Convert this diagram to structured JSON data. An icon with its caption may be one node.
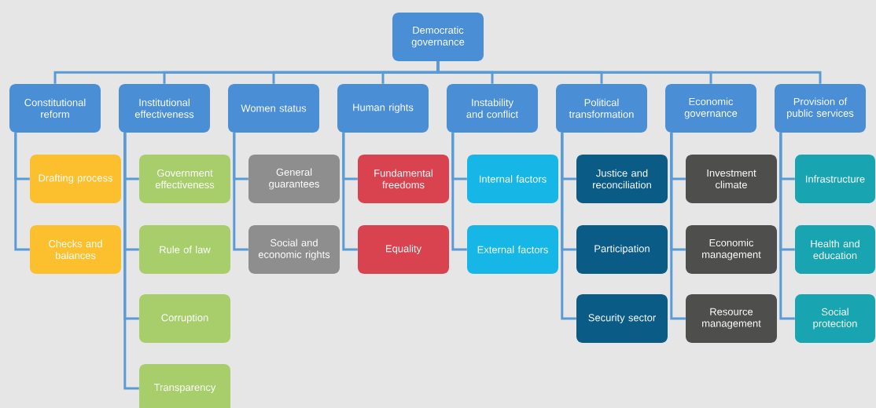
{
  "diagram": {
    "nodes": [
      {
        "text": [
          "Democratic governance"
        ]
      },
      {
        "text": [
          "Constitutional reform"
        ]
      },
      {
        "text": [
          "Institutional effectiveness"
        ]
      },
      {
        "text": [
          "Women status"
        ]
      },
      {
        "text": [
          "Human rights"
        ]
      },
      {
        "text": [
          "Instability and conflict"
        ]
      },
      {
        "text": [
          "Political transformation"
        ]
      },
      {
        "text": [
          "Economic governance"
        ]
      },
      {
        "text": [
          "Provision of public services"
        ]
      },
      {
        "text": [
          "Drafting process"
        ]
      },
      {
        "text": [
          "Checks and balances"
        ]
      },
      {
        "text": [
          "Government effectiveness"
        ]
      },
      {
        "text": [
          "Rule of law"
        ]
      },
      {
        "text": [
          "Corruption"
        ]
      },
      {
        "text": [
          "Transparency"
        ]
      },
      {
        "text": [
          "General guarantees"
        ]
      },
      {
        "text": [
          "Social and economic rights"
        ]
      },
      {
        "text": [
          "Fundamental freedoms"
        ]
      },
      {
        "text": [
          "Equality"
        ]
      },
      {
        "text": [
          "Internal factors"
        ]
      },
      {
        "text": [
          "External factors"
        ]
      },
      {
        "text": [
          "Justice and reconciliation"
        ]
      },
      {
        "text": [
          "Participation"
        ]
      },
      {
        "text": [
          "Security sector"
        ]
      },
      {
        "text": [
          "Investment climate"
        ]
      },
      {
        "text": [
          "Economic management"
        ]
      },
      {
        "text": [
          "Resource management"
        ]
      },
      {
        "text": [
          "Infrastructure"
        ]
      },
      {
        "text": [
          "Health and education"
        ]
      },
      {
        "text": [
          "Social protection"
        ]
      }
    ],
    "edges": [
      {
        "from": 0,
        "to": 1,
        "arrow": "none"
      },
      {
        "from": 0,
        "to": 2,
        "arrow": "none"
      },
      {
        "from": 0,
        "to": 3,
        "arrow": "none"
      },
      {
        "from": 0,
        "to": 4,
        "arrow": "none"
      },
      {
        "from": 0,
        "to": 5,
        "arrow": "none"
      },
      {
        "from": 0,
        "to": 6,
        "arrow": "none"
      },
      {
        "from": 0,
        "to": 7,
        "arrow": "none"
      },
      {
        "from": 0,
        "to": 8,
        "arrow": "none"
      },
      {
        "from": 1,
        "to": 9,
        "arrow": "none"
      },
      {
        "from": 1,
        "to": 10,
        "arrow": "none"
      },
      {
        "from": 2,
        "to": 11,
        "arrow": "none"
      },
      {
        "from": 2,
        "to": 12,
        "arrow": "none"
      },
      {
        "from": 2,
        "to": 13,
        "arrow": "none"
      },
      {
        "from": 2,
        "to": 14,
        "arrow": "none"
      },
      {
        "from": 3,
        "to": 15,
        "arrow": "none"
      },
      {
        "from": 3,
        "to": 16,
        "arrow": "none"
      },
      {
        "from": 4,
        "to": 17,
        "arrow": "none"
      },
      {
        "from": 4,
        "to": 18,
        "arrow": "none"
      },
      {
        "from": 5,
        "to": 19,
        "arrow": "none"
      },
      {
        "from": 5,
        "to": 20,
        "arrow": "none"
      },
      {
        "from": 6,
        "to": 21,
        "arrow": "none"
      },
      {
        "from": 6,
        "to": 22,
        "arrow": "none"
      },
      {
        "from": 6,
        "to": 23,
        "arrow": "none"
      },
      {
        "from": 7,
        "to": 24,
        "arrow": "none"
      },
      {
        "from": 7,
        "to": 25,
        "arrow": "none"
      },
      {
        "from": 7,
        "to": 26,
        "arrow": "none"
      },
      {
        "from": 8,
        "to": 27,
        "arrow": "none"
      },
      {
        "from": 8,
        "to": 28,
        "arrow": "none"
      },
      {
        "from": 8,
        "to": 29,
        "arrow": "none"
      }
    ]
  }
}
